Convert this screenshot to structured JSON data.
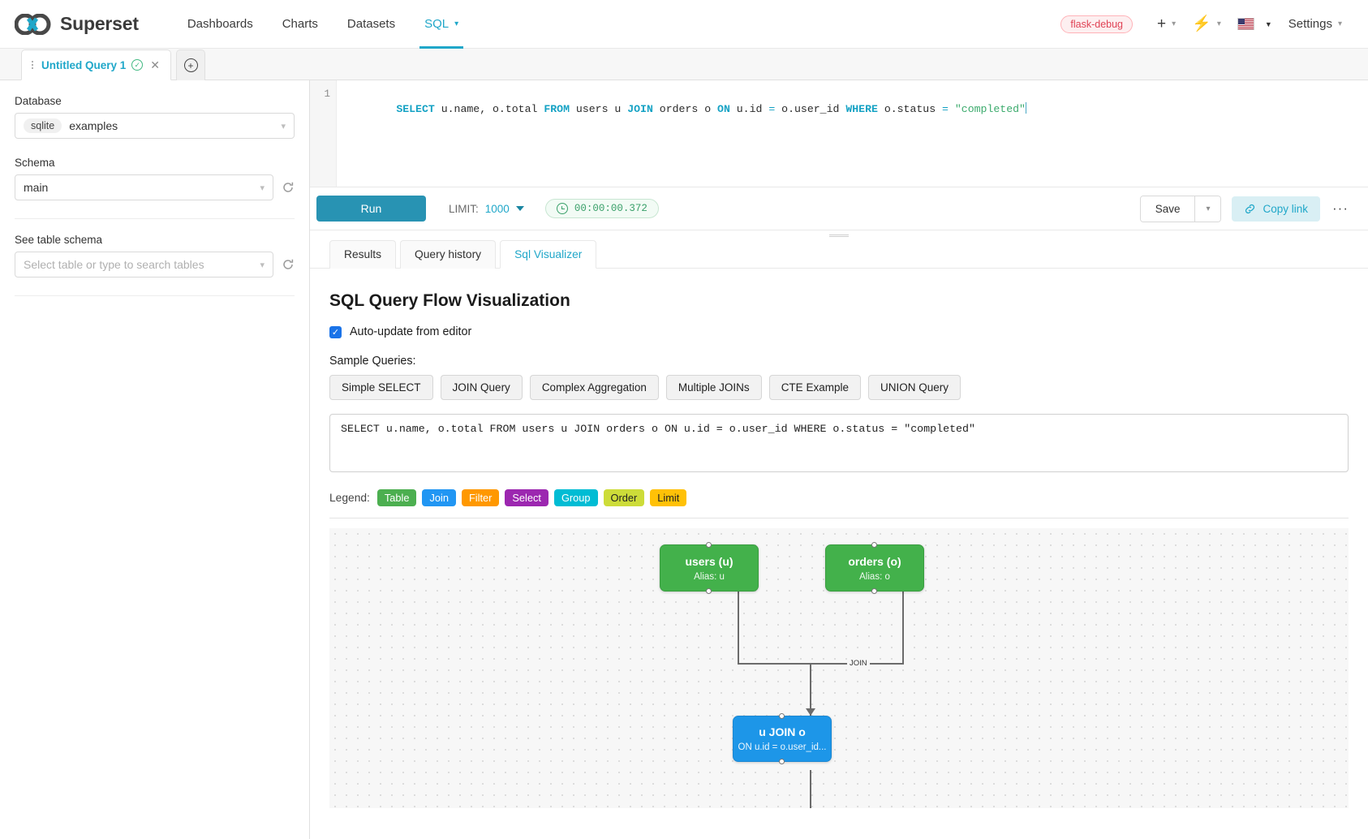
{
  "navbar": {
    "brand": "Superset",
    "links": [
      {
        "label": "Dashboards",
        "active": false,
        "caret": false
      },
      {
        "label": "Charts",
        "active": false,
        "caret": false
      },
      {
        "label": "Datasets",
        "active": false,
        "caret": false
      },
      {
        "label": "SQL",
        "active": true,
        "caret": true
      }
    ],
    "debug_badge": "flask-debug",
    "plus_icon": "plus-icon",
    "bolt_icon": "lightning-icon",
    "flag_icon": "us-flag-icon",
    "settings_label": "Settings",
    "caret": "⌄"
  },
  "query_tabs": {
    "tab_label": "Untitled Query 1",
    "status_icon": "check-circle-icon",
    "close_icon": "close-icon",
    "add_icon": "plus-circle-icon"
  },
  "left_panel": {
    "database_label": "Database",
    "database_engine": "sqlite",
    "database_value": "examples",
    "schema_label": "Schema",
    "schema_value": "main",
    "table_label": "See table schema",
    "table_placeholder": "Select table or type to search tables"
  },
  "editor": {
    "line_number": "1",
    "tokens": [
      {
        "t": "SELECT",
        "c": "kw"
      },
      {
        "t": " u.name, o.total ",
        "c": ""
      },
      {
        "t": "FROM",
        "c": "kw"
      },
      {
        "t": " users u ",
        "c": ""
      },
      {
        "t": "JOIN",
        "c": "kw"
      },
      {
        "t": " orders o ",
        "c": ""
      },
      {
        "t": "ON",
        "c": "kw"
      },
      {
        "t": " u.id ",
        "c": ""
      },
      {
        "t": "=",
        "c": "op"
      },
      {
        "t": " o.user_id ",
        "c": ""
      },
      {
        "t": "WHERE",
        "c": "kw"
      },
      {
        "t": " o.status ",
        "c": ""
      },
      {
        "t": "=",
        "c": "op"
      },
      {
        "t": " ",
        "c": ""
      },
      {
        "t": "\"completed\"",
        "c": "str"
      }
    ]
  },
  "toolbar": {
    "run_label": "Run",
    "limit_label": "LIMIT:",
    "limit_value": "1000",
    "timer_value": "00:00:00.372",
    "timer_icon": "clock-icon",
    "save_label": "Save",
    "copy_link_label": "Copy link",
    "copy_link_icon": "link-icon",
    "more_label": "···"
  },
  "result_tabs": [
    {
      "label": "Results",
      "active": false
    },
    {
      "label": "Query history",
      "active": false
    },
    {
      "label": "Sql Visualizer",
      "active": true
    }
  ],
  "visualizer": {
    "title": "SQL Query Flow Visualization",
    "auto_update_label": "Auto-update from editor",
    "auto_update_checked": true,
    "samples_label": "Sample Queries:",
    "sample_buttons": [
      "Simple SELECT",
      "JOIN Query",
      "Complex Aggregation",
      "Multiple JOINs",
      "CTE Example",
      "UNION Query"
    ],
    "sql_text": "SELECT u.name, o.total FROM users u JOIN orders o ON u.id = o.user_id WHERE o.status = \"completed\"",
    "legend_label": "Legend:",
    "legend": [
      {
        "label": "Table",
        "color": "#4caf50",
        "dark": false
      },
      {
        "label": "Join",
        "color": "#2196f3",
        "dark": false
      },
      {
        "label": "Filter",
        "color": "#ff9800",
        "dark": false
      },
      {
        "label": "Select",
        "color": "#9c27b0",
        "dark": false
      },
      {
        "label": "Group",
        "color": "#00bcd4",
        "dark": false
      },
      {
        "label": "Order",
        "color": "#cddc39",
        "dark": true
      },
      {
        "label": "Limit",
        "color": "#ffc107",
        "dark": true
      }
    ],
    "nodes": [
      {
        "id": "users",
        "title": "users (u)",
        "sub": "Alias: u",
        "type": "table"
      },
      {
        "id": "orders",
        "title": "orders (o)",
        "sub": "Alias: o",
        "type": "table"
      },
      {
        "id": "join",
        "title": "u JOIN o",
        "sub": "ON u.id = o.user_id...",
        "type": "join"
      }
    ],
    "edge_label": "JOIN"
  }
}
